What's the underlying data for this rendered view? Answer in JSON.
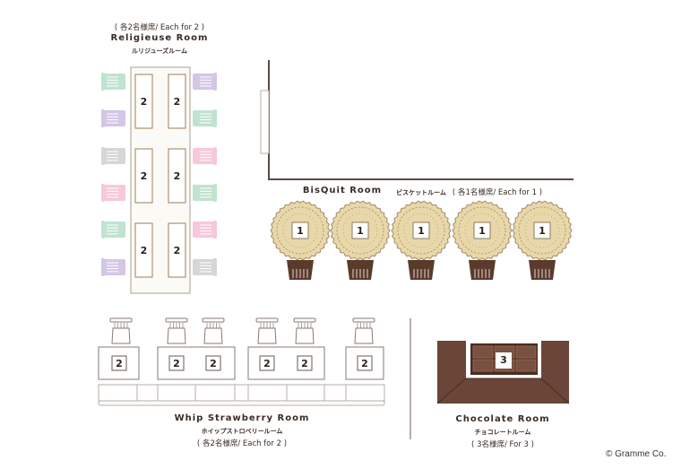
{
  "colors": {
    "line": "#b8aea6",
    "wood": "#a07c52",
    "cookie": "#e8d7a9",
    "cookieEdge": "#a48a66",
    "chairDark": "#5a3a2b",
    "chocolate": "#6b4537",
    "chocolateDark": "#4a2d22",
    "green": "#bfe3cf",
    "purple": "#d4c6e6",
    "gray": "#d6d6d6",
    "pink": "#f6c8da"
  },
  "religieuse": {
    "capacity": "( 各2名様席/ Each for 2 )",
    "title": "Religieuse Room",
    "subtitle": "ルリジューズルーム",
    "tables": [
      "2",
      "2",
      "2",
      "2",
      "2",
      "2"
    ],
    "chairs_left": [
      "green",
      "purple",
      "gray",
      "pink",
      "green",
      "purple"
    ],
    "chairs_right": [
      "purple",
      "green",
      "pink",
      "green",
      "pink",
      "gray"
    ]
  },
  "bisquit": {
    "title": "BisQuit Room",
    "subtitle": "ビスケットルーム",
    "capacity": "( 各1名様席/ Each for 1 )",
    "tables": [
      "1",
      "1",
      "1",
      "1",
      "1"
    ]
  },
  "whip": {
    "title": "Whip Strawberry Room",
    "subtitle": "ホイップストロベリールーム",
    "capacity": "( 各2名様席/ Each for 2 )",
    "tables": [
      "2",
      "2",
      "2",
      "2",
      "2",
      "2"
    ]
  },
  "chocolate": {
    "title": "Chocolate Room",
    "subtitle": "チョコレートルーム",
    "capacity": "( 3名様席/ For 3 )",
    "table": "3"
  },
  "copyright": "© Gramme Co."
}
